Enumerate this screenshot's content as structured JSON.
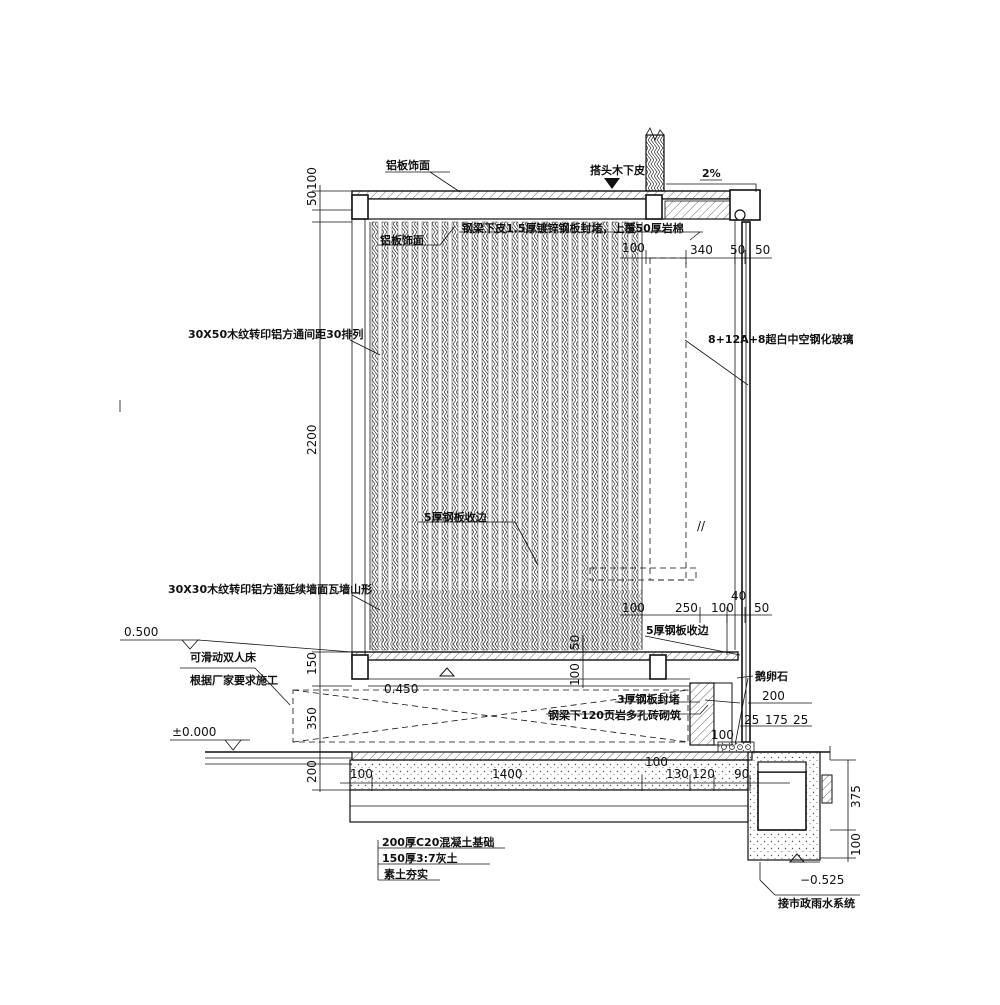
{
  "labels": {
    "aluminum_facing_top": "铝板饰面",
    "beam_head_bottom": "搭头木下皮",
    "slope": "2%",
    "aluminum_facing_inner": "铝板饰面",
    "steel_beam_note": "钢梁下皮1.5厚镀锌钢板封堵，上覆50厚岩棉",
    "tube_30x50": "30X50木纹转印铝方通间距30排列",
    "glass": "8+12A+8超白中空钢化玻璃",
    "edge_5mm_upper": "5厚钢板收边",
    "tube_30x30": "30X30木纹转印铝方通延续墙面瓦墙山形",
    "edge_5mm_lower": "5厚钢板收边",
    "movable_bed": "可滑动双人床",
    "per_manufacturer": "根据厂家要求施工",
    "pebble": "鹅卵石",
    "plate_seal_3mm": "3厚钢板封堵",
    "masonry": "钢梁下120页岩多孔砖砌筑",
    "concrete_base": "200厚C20混凝土基础",
    "lime_soil": "150厚3:7灰土",
    "compacted_soil": "素土夯实",
    "rainwater": "接市政雨水系统"
  },
  "elevations": {
    "e_0500": "0.500",
    "e_0450": "0.450",
    "e_0000": "±0.000",
    "e_neg0525": "−0.525"
  },
  "dims": {
    "v_50": "50",
    "v_100_top": "100",
    "v_2200": "2200",
    "v_150": "150",
    "v_350": "350",
    "v_200": "200",
    "v_50_mid": "50",
    "v_100_mid": "100",
    "v_375": "375",
    "v_100_bottom": "100",
    "h_100_a": "100",
    "h_340": "340",
    "h_50_a": "50",
    "h_50_b": "50",
    "h_40": "40",
    "h_100_b": "100",
    "h_250": "250",
    "h_100_c": "100",
    "h_50_c": "50",
    "h_200_top": "200",
    "h_25_a": "25",
    "h_175": "175",
    "h_25_b": "25",
    "h_100_d": "100",
    "h_100_e": "100",
    "h_1400": "1400",
    "h_100_f": "100",
    "h_130": "130",
    "h_120": "120",
    "h_90": "90"
  },
  "symbols": {
    "break_mark": "//"
  }
}
